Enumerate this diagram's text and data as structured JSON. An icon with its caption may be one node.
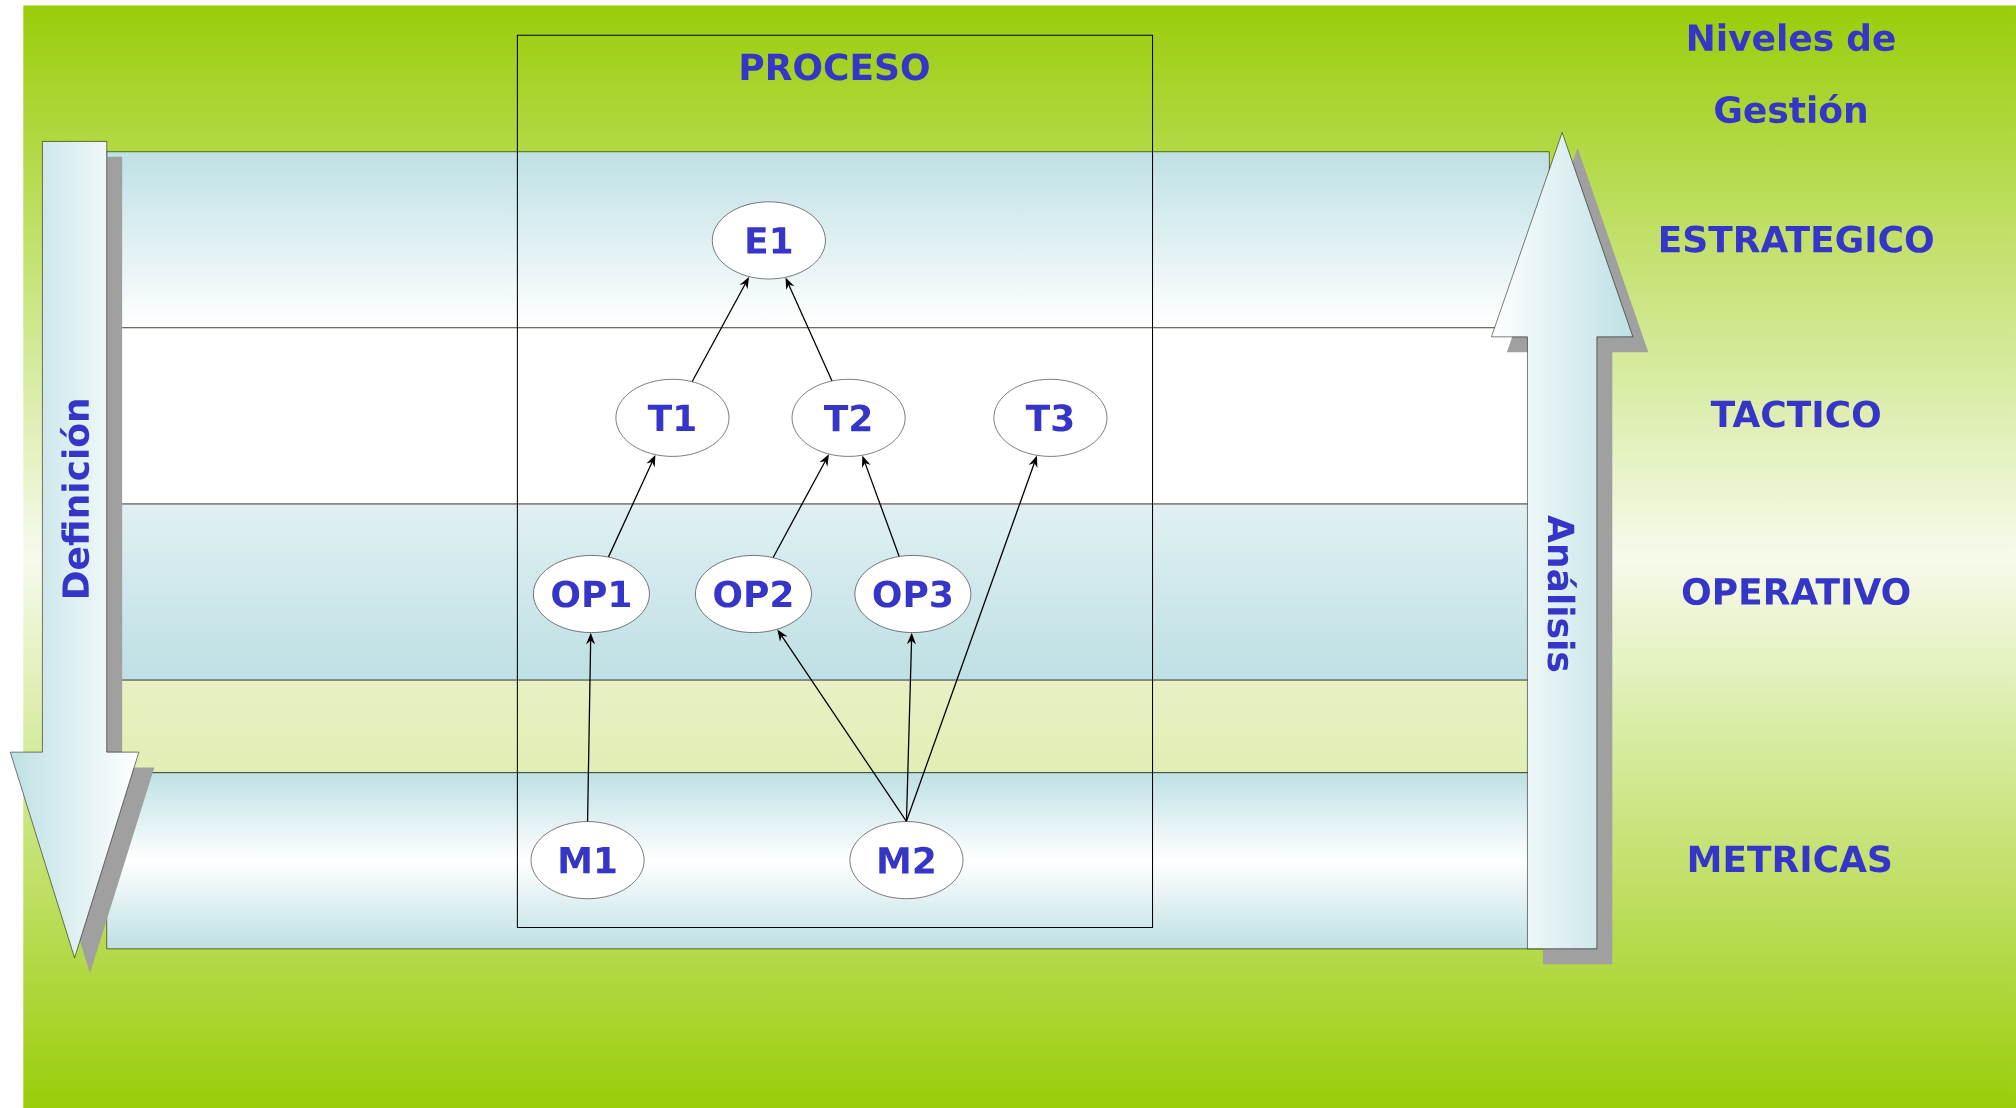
{
  "diagram": {
    "nodes": [
      {
        "text": [
          "PROCESO"
        ]
      },
      {
        "text": [
          "E1"
        ],
        "in": 0
      },
      {
        "text": [
          "T1"
        ],
        "in": 0
      },
      {
        "text": [
          "T2"
        ],
        "in": 0
      },
      {
        "text": [
          "T3"
        ],
        "in": 0
      },
      {
        "text": [
          "OP1"
        ],
        "in": 0
      },
      {
        "text": [
          "OP2"
        ],
        "in": 0
      },
      {
        "text": [
          "OP3"
        ],
        "in": 0
      },
      {
        "text": [
          "M1"
        ],
        "in": 0
      },
      {
        "text": [
          "M2"
        ],
        "in": 0
      },
      {
        "text": [
          "Definición"
        ]
      },
      {
        "text": [
          "Análisis"
        ]
      }
    ],
    "edges": [
      {
        "from": 2,
        "to": 1,
        "arrow": "to"
      },
      {
        "from": 3,
        "to": 1,
        "arrow": "to"
      },
      {
        "from": 5,
        "to": 2,
        "arrow": "to"
      },
      {
        "from": 6,
        "to": 3,
        "arrow": "to"
      },
      {
        "from": 7,
        "to": 3,
        "arrow": "to"
      },
      {
        "from": 8,
        "to": 5,
        "arrow": "to"
      },
      {
        "from": 9,
        "to": 6,
        "arrow": "to"
      },
      {
        "from": 9,
        "to": 7,
        "arrow": "to"
      },
      {
        "from": 9,
        "to": 4,
        "arrow": "to"
      }
    ],
    "labels": [
      "Niveles de Gestión",
      "ESTRATEGICO",
      "TACTICO",
      "OPERATIVO",
      "METRICAS"
    ]
  }
}
